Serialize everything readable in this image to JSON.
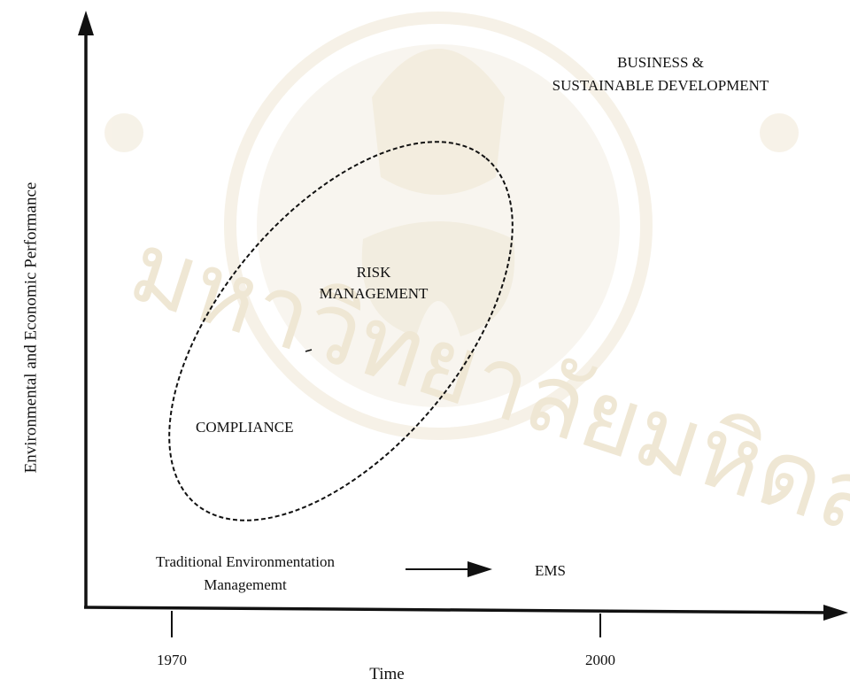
{
  "diagram": {
    "y_axis_label": "Environmental and Economic Performance",
    "x_axis_label": "Time",
    "x_ticks": [
      "1970",
      "2000"
    ],
    "regions": {
      "business_line1": "BUSINESS &",
      "business_line2": "SUSTAINABLE DEVELOPMENT",
      "risk_line1": "RISK",
      "risk_line2": "MANAGEMENT",
      "compliance": "COMPLIANCE"
    },
    "transition": {
      "from_line1": "Traditional Environmentation",
      "from_line2": "Managememt",
      "to": "EMS"
    },
    "watermark": "มหาวิทยาลัยมหิดล"
  },
  "colors": {
    "ink": "#111111",
    "watermark": "#e6dcc4"
  }
}
